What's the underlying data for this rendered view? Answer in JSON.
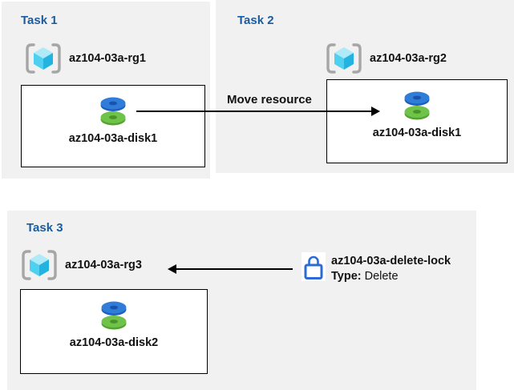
{
  "tasks": [
    {
      "title": "Task 1",
      "resource_group": "az104-03a-rg1",
      "disk": "az104-03a-disk1"
    },
    {
      "title": "Task 2",
      "resource_group": "az104-03a-rg2",
      "disk": "az104-03a-disk1"
    },
    {
      "title": "Task 3",
      "resource_group": "az104-03a-rg3",
      "disk": "az104-03a-disk2"
    }
  ],
  "move_arrow": {
    "label": "Move resource"
  },
  "lock": {
    "name": "az104-03a-delete-lock",
    "type_label": "Type:",
    "type_value": "Delete"
  },
  "icons": {
    "resource_group": "resource-group-icon (cyan cube in gray brackets)",
    "disk": "disk-icon (blue and green stacked donuts)",
    "lock": "lock-icon (blue outline padlock)"
  },
  "colors": {
    "panel_background": "#f1f1f1",
    "task_title_blue": "#1a5c9e",
    "box_border": "#000000",
    "arrow": "#000000",
    "disk_blue": "#2f7dd9",
    "disk_green": "#6fc24a",
    "cube_top": "#aeeaf8",
    "cube_left": "#4fd0f0",
    "cube_right": "#22b3e0",
    "bracket_gray": "#a6a6a6",
    "lock_blue": "#2b6bd3"
  }
}
